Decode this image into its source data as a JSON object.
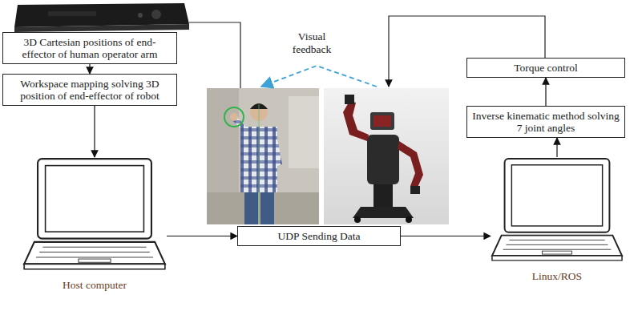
{
  "diagram": {
    "nodes": [
      {
        "text": [
          "3D Cartesian positions of end-effector of human operator arm"
        ]
      },
      {
        "text": [
          "Workspace mapping solving 3D position of end-effector of robot"
        ]
      },
      {
        "text": [
          "Host computer"
        ]
      },
      {
        "text": [
          "UDP Sending Data"
        ]
      },
      {
        "text": [
          "Linux/ROS"
        ]
      },
      {
        "text": [
          "Inverse kinematic method solving 7 joint angles"
        ]
      },
      {
        "text": [
          "Torque control"
        ]
      }
    ],
    "edges": [
      {
        "from": 0,
        "to": 1,
        "arrow": "to"
      },
      {
        "from": 1,
        "to": 2,
        "arrow": "to"
      },
      {
        "from": 2,
        "to": 3,
        "arrow": "to"
      },
      {
        "from": 3,
        "to": 4,
        "arrow": "to"
      },
      {
        "from": 4,
        "to": 5,
        "arrow": "to"
      },
      {
        "from": 5,
        "to": 6,
        "arrow": "to"
      }
    ],
    "labels": [
      "Visual feedback"
    ]
  }
}
